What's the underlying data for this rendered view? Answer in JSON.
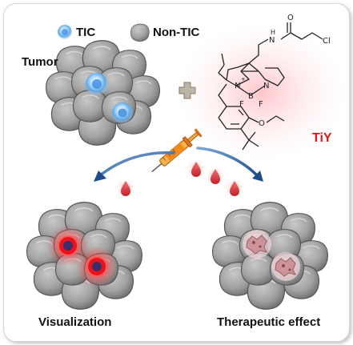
{
  "legend": {
    "tic_label": "TIC",
    "non_tic_label": "Non-TIC"
  },
  "tumor_label": "Tumor",
  "probe": {
    "name": "TiY",
    "atoms": {
      "cl": "Cl",
      "o_carbonyl": "O",
      "nh": "H",
      "n_carbonyl": "N",
      "n_left": "N",
      "n_right": "N",
      "b": "B",
      "f_left": "F",
      "f_right": "F",
      "o_ether": "O",
      "charge_plus": "+",
      "charge_minus": "-"
    }
  },
  "outcomes": {
    "visualization": "Visualization",
    "therapeutic": "Therapeutic effect"
  },
  "colors": {
    "accent_red": "#e0161d",
    "cell_gray": "#9a9a9a",
    "arrow_blue": "#1f4d8a",
    "syringe_orange": "#f28a1c"
  }
}
